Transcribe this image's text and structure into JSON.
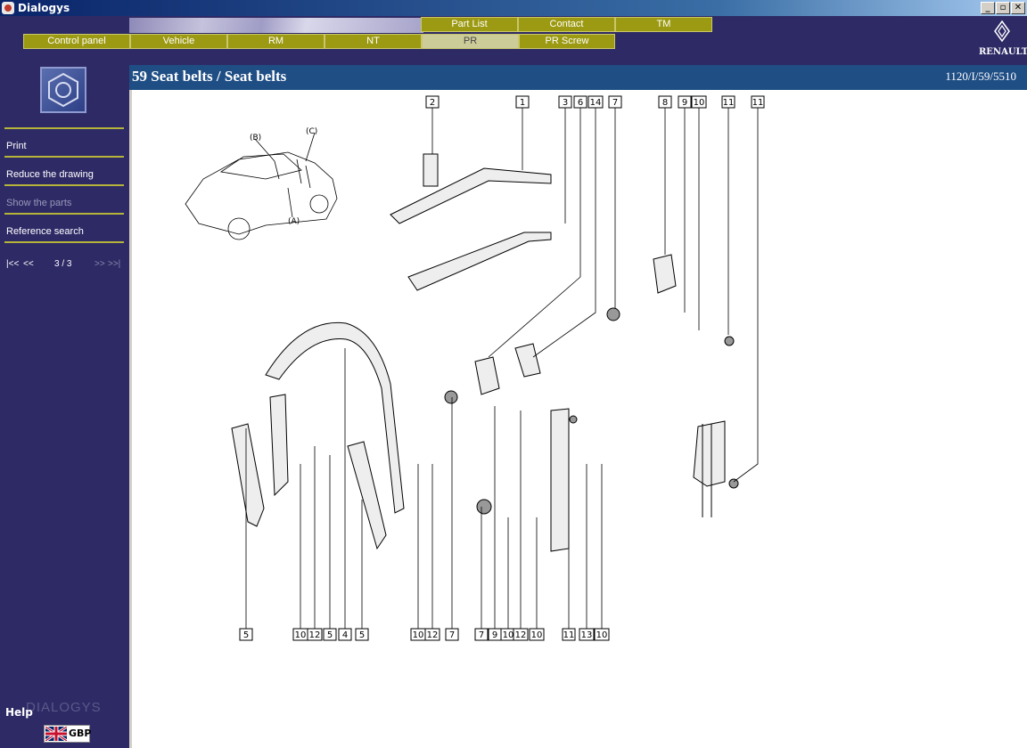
{
  "window": {
    "title": "Dialogys"
  },
  "top_tabs": [
    {
      "label": "Part List"
    },
    {
      "label": "Contact"
    },
    {
      "label": "TM"
    }
  ],
  "nav_tabs": [
    {
      "label": "Control panel"
    },
    {
      "label": "Vehicle"
    },
    {
      "label": "RM"
    },
    {
      "label": "NT"
    },
    {
      "label": "PR",
      "active": true
    },
    {
      "label": "PR Screw"
    }
  ],
  "brand": {
    "logo_text": "RENAULT"
  },
  "sidebar": {
    "menu": [
      {
        "label": "Print",
        "enabled": true
      },
      {
        "label": "Reduce the drawing",
        "enabled": true
      },
      {
        "label": "Show the parts",
        "enabled": false
      },
      {
        "label": "Reference search",
        "enabled": true
      }
    ],
    "pager": {
      "first": "|<<",
      "prev": "<<",
      "position": "3 / 3",
      "next": ">>",
      "last": ">>|"
    },
    "help_label": "Help",
    "product": "DIALOGYS",
    "currency": "GBP"
  },
  "page": {
    "title": "59 Seat belts / Seat belts",
    "reference": "1120/I/59/5510"
  },
  "drawing": {
    "top_callouts": [
      "2",
      "1",
      "3",
      "6",
      "14",
      "7",
      "8",
      "9",
      "10",
      "11",
      "11"
    ],
    "bottom_callouts": [
      "5",
      "10",
      "12",
      "5",
      "4",
      "5",
      "10",
      "12",
      "7",
      "7",
      "9",
      "10",
      "12",
      "10",
      "11",
      "13",
      "10"
    ],
    "car_labels": [
      "(B)",
      "(C)",
      "(A)"
    ]
  },
  "colors": {
    "accent": "#9c9a12",
    "sidebar_bg": "#2e2a66",
    "header_bar": "#1f4e85"
  }
}
